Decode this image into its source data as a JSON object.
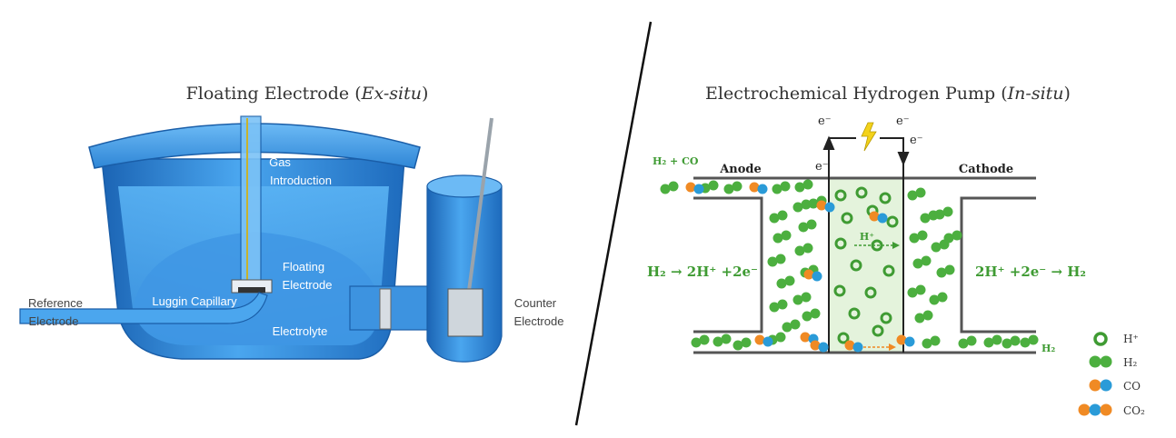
{
  "left_panel": {
    "title_main": "Floating Electrode (",
    "title_em": "Ex-situ",
    "title_end": ")",
    "labels": {
      "gas_introduction_1": "Gas",
      "gas_introduction_2": "Introduction",
      "floating_electrode_1": "Floating",
      "floating_electrode_2": "Electrode",
      "reference_electrode_1": "Reference",
      "reference_electrode_2": "Electrode",
      "luggin_capillary": "Luggin Capillary",
      "electrolyte": "Electrolyte",
      "counter_electrode_1": "Counter",
      "counter_electrode_2": "Electrode"
    }
  },
  "right_panel": {
    "title_main": "Electrochemical Hydrogen Pump (",
    "title_em": "In-situ",
    "title_end": ")",
    "anode_label": "Anode",
    "cathode_label": "Cathode",
    "inlet_label": "H₂ + CO",
    "outlet_label": "H₂",
    "anode_reaction": "H₂ → 2H⁺ +2e⁻",
    "cathode_reaction": "2H⁺ +2e⁻ → H₂",
    "proton_label": "H⁺",
    "electron_label": "e⁻",
    "legend": [
      {
        "label": "H⁺",
        "kind": "proton"
      },
      {
        "label": "H₂",
        "kind": "h2"
      },
      {
        "label": "CO",
        "kind": "co"
      },
      {
        "label": "CO₂",
        "kind": "co2"
      }
    ]
  },
  "colors": {
    "cell_blue": "#3d9be9",
    "cell_blue_dark": "#1f6fc0",
    "green": "#4caf3f",
    "orange": "#f08a24",
    "blue_dot": "#2a9bd8",
    "membrane": "#e4f3dc"
  }
}
